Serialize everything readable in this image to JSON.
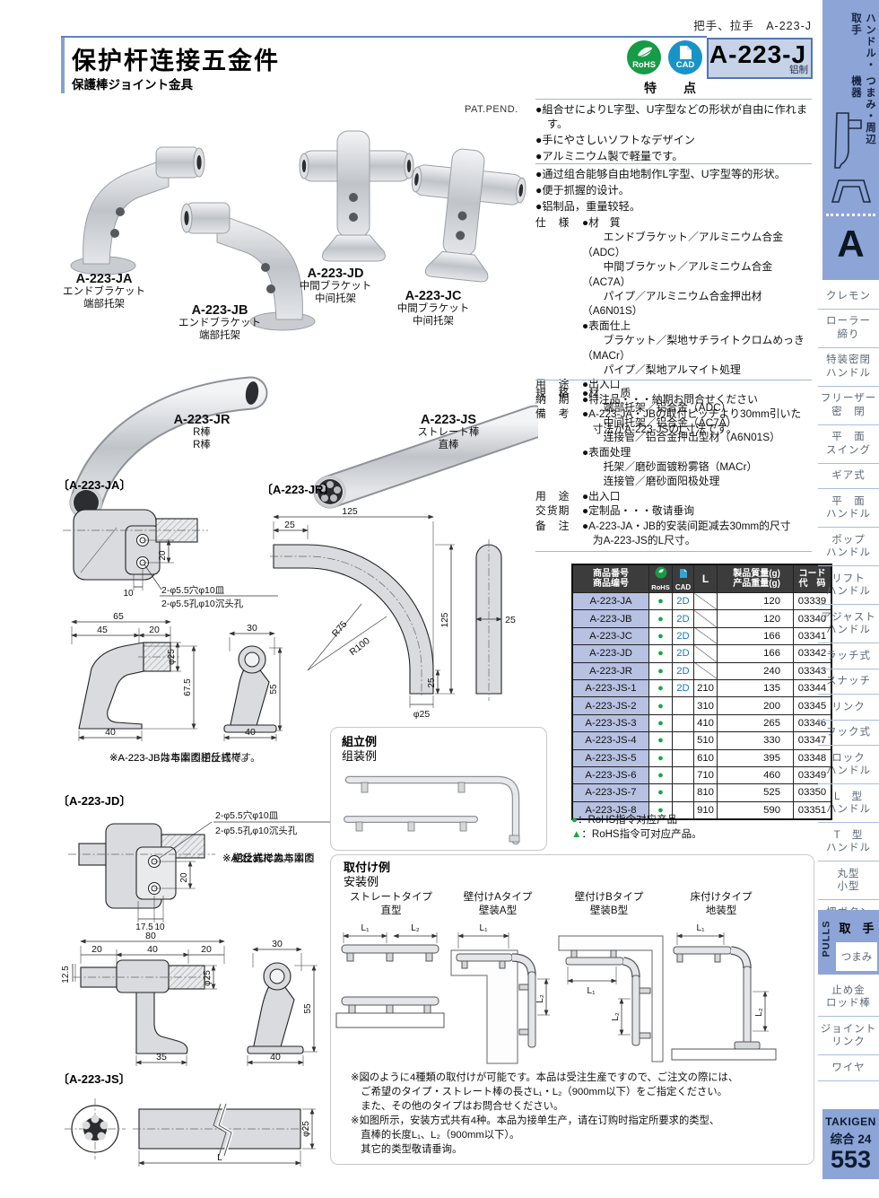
{
  "header": {
    "breadcrumb": "把手、拉手　A-223-J",
    "pat_pend": "PAT.PEND."
  },
  "title": {
    "zh": "保护杆连接五金件",
    "ja": "保護棒ジョイント金具"
  },
  "badge": {
    "rohs": "RoHS",
    "cad": "CAD",
    "model": "A-223-J",
    "material": "铝制"
  },
  "products": [
    {
      "model": "A-223-JA",
      "ja": "エンドブラケット",
      "zh": "端部托架"
    },
    {
      "model": "A-223-JB",
      "ja": "エンドブラケット",
      "zh": "端部托架"
    },
    {
      "model": "A-223-JD",
      "ja": "中間ブラケット",
      "zh": "中间托架"
    },
    {
      "model": "A-223-JC",
      "ja": "中間ブラケット",
      "zh": "中间托架"
    },
    {
      "model": "A-223-JR",
      "ja": "R棒",
      "zh": "R棒"
    },
    {
      "model": "A-223-JS",
      "ja": "ストレート棒",
      "zh": "直棒"
    }
  ],
  "features": {
    "heading": "特　点",
    "ja": [
      "●組合せによりL字型、U字型などの形状が自由に作れます。",
      "●手にやさしいソフトなデザイン",
      "●アルミニウム製で軽量です。"
    ],
    "zh": [
      "●通过组合能够自由地制作L字型、U字型等的形状。",
      "●便于抓握的设计。",
      "●铝制品，重量较轻。"
    ]
  },
  "spec_ja": [
    {
      "label": "仕　様",
      "text": "●材　質"
    },
    {
      "label": "",
      "text": "　　エンドブラケット／アルミニウム合金（ADC）"
    },
    {
      "label": "",
      "text": "　　中間ブラケット／アルミニウム合金（AC7A）"
    },
    {
      "label": "",
      "text": "　　パイプ／アルミニウム合金押出材（A6N01S）"
    },
    {
      "label": "",
      "text": "●表面仕上"
    },
    {
      "label": "",
      "text": "　　ブラケット／梨地サチライトクロムめっき（MACr）"
    },
    {
      "label": "",
      "text": "　　パイプ／梨地アルマイト処理"
    },
    {
      "label": "用　途",
      "text": "●出入口"
    },
    {
      "label": "納　期",
      "text": "●特注品・・・納期お問合せください"
    },
    {
      "label": "備　考",
      "text": "●A-223-JA・JBの取付ピッチより30mm引いた"
    },
    {
      "label": "",
      "text": "　寸法がA-223-JSのL寸法です。"
    }
  ],
  "spec_zh": [
    {
      "label": "規　格",
      "text": "●材　　质"
    },
    {
      "label": "",
      "text": "　　端部托架／铝合金（ADC）"
    },
    {
      "label": "",
      "text": "　　中间托架／铝合金（AC7A）"
    },
    {
      "label": "",
      "text": "　　连接管／铝合金押出型材（A6N01S）"
    },
    {
      "label": "",
      "text": "●表面处理"
    },
    {
      "label": "",
      "text": "　　托架／磨砂面镀粉雾铬（MACr）"
    },
    {
      "label": "",
      "text": "　　连接管／磨砂面阳极处理"
    },
    {
      "label": "用　途",
      "text": "●出入口"
    },
    {
      "label": "交货期",
      "text": "●定制品・・・敬请垂询"
    },
    {
      "label": "备　注",
      "text": "●A-223-JA・JB的安装间距减去30mm的尺寸"
    },
    {
      "label": "",
      "text": "　为A-223-JS的L尺寸。"
    }
  ],
  "table": {
    "headers": {
      "model1": "商品番号",
      "model2": "商品编号",
      "rohs": "RoHS",
      "cad": "CAD",
      "l": "L",
      "w1": "製品質量(g)",
      "w2": "产品重量(g)",
      "c1": "コード",
      "c2": "代　码"
    },
    "rows": [
      {
        "model": "A-223-JA",
        "rohs": "●",
        "cad": "2D",
        "l": "",
        "weight": "120",
        "code": "03339"
      },
      {
        "model": "A-223-JB",
        "rohs": "●",
        "cad": "2D",
        "l": "",
        "weight": "120",
        "code": "03340"
      },
      {
        "model": "A-223-JC",
        "rohs": "●",
        "cad": "2D",
        "l": "",
        "weight": "166",
        "code": "03341"
      },
      {
        "model": "A-223-JD",
        "rohs": "●",
        "cad": "2D",
        "l": "",
        "weight": "166",
        "code": "03342"
      },
      {
        "model": "A-223-JR",
        "rohs": "●",
        "cad": "2D",
        "l": "",
        "weight": "240",
        "code": "03343"
      },
      {
        "model": "A-223-JS-1",
        "rohs": "●",
        "cad": "2D",
        "l": "210",
        "weight": "135",
        "code": "03344"
      },
      {
        "model": "A-223-JS-2",
        "rohs": "●",
        "cad": "",
        "l": "310",
        "weight": "200",
        "code": "03345"
      },
      {
        "model": "A-223-JS-3",
        "rohs": "●",
        "cad": "",
        "l": "410",
        "weight": "265",
        "code": "03346"
      },
      {
        "model": "A-223-JS-4",
        "rohs": "●",
        "cad": "",
        "l": "510",
        "weight": "330",
        "code": "03347"
      },
      {
        "model": "A-223-JS-5",
        "rohs": "●",
        "cad": "",
        "l": "610",
        "weight": "395",
        "code": "03348"
      },
      {
        "model": "A-223-JS-6",
        "rohs": "●",
        "cad": "",
        "l": "710",
        "weight": "460",
        "code": "03349"
      },
      {
        "model": "A-223-JS-7",
        "rohs": "●",
        "cad": "",
        "l": "810",
        "weight": "525",
        "code": "03350"
      },
      {
        "model": "A-223-JS-8",
        "rohs": "●",
        "cad": "",
        "l": "910",
        "weight": "590",
        "code": "03351"
      }
    ],
    "legend": [
      {
        "mark": "●",
        "text": "：RoHS指令对应产品"
      },
      {
        "mark": "▲",
        "text": "：RoHS指令可对应产品。"
      }
    ]
  },
  "drawings": {
    "ja": {
      "title": "〔A-223-JA〕",
      "callout1": "2-φ5.5穴φ10皿",
      "callout2": "2-φ5.5孔φ10沉头孔",
      "d20": "20",
      "d10": "10",
      "d65": "65",
      "d45": "45",
      "d20b": "20",
      "dphi25": "φ25",
      "d675": "67.5",
      "d40": "40",
      "d30": "30",
      "d55": "55",
      "d40b": "40",
      "notes": [
        "※A-223-JBは本図の逆仕様です。",
        "※A-223-JB为与本图相反式样。"
      ]
    },
    "jr": {
      "title": "〔A-223-JR〕",
      "d125t": "125",
      "d25tl": "25",
      "r75": "R75",
      "r100": "R100",
      "d125r": "125",
      "d25br": "25",
      "dphi25": "φ25",
      "d25side": "25"
    },
    "jd": {
      "title": "〔A-223-JD〕",
      "callout1": "2-φ5.5穴φ10皿",
      "callout2": "2-φ5.5孔φ10沉头孔",
      "d20": "20",
      "d175": "17.5",
      "d10": "10",
      "d80": "80",
      "d20a": "20",
      "d40": "40",
      "d20b": "20",
      "d125": "12.5",
      "dphi25": "φ25",
      "d35": "35",
      "d30": "30",
      "d55": "55",
      "d40s": "40",
      "notes": [
        "※A-223-JCは本図の",
        "　逆仕様です。",
        "※A-223-JC为与本图",
        "　相反式样。"
      ]
    },
    "js": {
      "title": "〔A-223-JS〕",
      "l": "L",
      "dphi25": "φ25"
    }
  },
  "assembly": {
    "title_ja": "組立例",
    "title_zh": "组装例"
  },
  "mounting": {
    "title_ja": "取付け例",
    "title_zh": "安装例",
    "types": [
      {
        "ja": "ストレートタイプ",
        "zh": "直型"
      },
      {
        "ja": "壁付けAタイプ",
        "zh": "壁装A型"
      },
      {
        "ja": "壁付けBタイプ",
        "zh": "壁装B型"
      },
      {
        "ja": "床付けタイプ",
        "zh": "地装型"
      }
    ],
    "dim_labels": {
      "l1": "L₁",
      "l2": "L₂"
    },
    "notes": [
      "※図のように4種類の取付けが可能です。本品は受注生産ですので、ご注文の際には、",
      "　ご希望のタイプ・ストレート棒の長さL₁・L₂（900mm以下）をご指定ください。",
      "　また、その他のタイプはお問合せください。",
      "※如图所示，安装方式共有4种。本品为接单生产，请在订购时指定所要求的类型、",
      "　直棒的长度L₁、L₂（900mm以下）。",
      "　其它的类型敬请垂询。"
    ]
  },
  "sidebar": {
    "tab": {
      "line1": "ハンドル・取手",
      "line2": "つまみ・周辺機器",
      "letter": "A"
    },
    "categories": [
      {
        "lines": [
          "クレモン"
        ]
      },
      {
        "lines": [
          "ローラー",
          "締り"
        ]
      },
      {
        "lines": [
          "特装密閉",
          "ハンドル"
        ]
      },
      {
        "lines": [
          "フリーザー",
          "密　閉"
        ]
      },
      {
        "lines": [
          "平　面",
          "スイング"
        ]
      },
      {
        "lines": [
          "ギア式"
        ]
      },
      {
        "lines": [
          "平　面",
          "ハンドル"
        ]
      },
      {
        "lines": [
          "ポップ",
          "ハンドル"
        ]
      },
      {
        "lines": [
          "リフト",
          "ハンドル"
        ]
      },
      {
        "lines": [
          "アジャスト",
          "ハンドル"
        ]
      },
      {
        "lines": [
          "ラッチ式"
        ]
      },
      {
        "lines": [
          "スナッチ"
        ]
      },
      {
        "lines": [
          "リンク"
        ]
      },
      {
        "lines": [
          "フック式"
        ]
      },
      {
        "lines": [
          "ロック",
          "ハンドル"
        ]
      },
      {
        "lines": [
          "L　型",
          "ハンドル"
        ]
      },
      {
        "lines": [
          "T　型",
          "ハンドル"
        ]
      },
      {
        "lines": [
          "丸型",
          "小型"
        ]
      },
      {
        "lines": [
          "押ボタン"
        ]
      }
    ],
    "pulls": {
      "vertical": "PULLS",
      "active": "取　手",
      "sub": "つまみ"
    },
    "categories2": [
      {
        "lines": [
          "止め金",
          "ロッド棒"
        ]
      },
      {
        "lines": [
          "ジョイント",
          "リンク"
        ]
      },
      {
        "lines": [
          "ワイヤ"
        ]
      }
    ],
    "footer": {
      "brand": "TAKIGEN",
      "catalog": "综合 24",
      "page": "553"
    }
  }
}
